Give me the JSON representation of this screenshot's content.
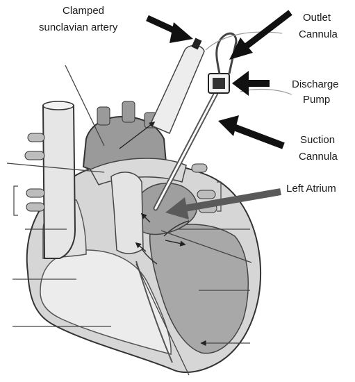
{
  "labels": {
    "clamped_line1": "Clamped",
    "clamped_line2": "sunclavian artery",
    "outlet_line1": "Outlet",
    "outlet_line2": "Cannula",
    "discharge_line1": "Discharge",
    "discharge_line2": "Pump",
    "suction_line1": "Suction",
    "suction_line2": "Cannula",
    "left_atrium": "Left Atrium"
  },
  "colors": {
    "background": "#ffffff",
    "outline": "#3a3a3a",
    "vessel_light": "#e3e3e3",
    "chamber_mid": "#c9c9c9",
    "chamber_dark": "#a8a8a8",
    "arrow_black": "#111111",
    "arrow_gray": "#5a5a5a"
  }
}
